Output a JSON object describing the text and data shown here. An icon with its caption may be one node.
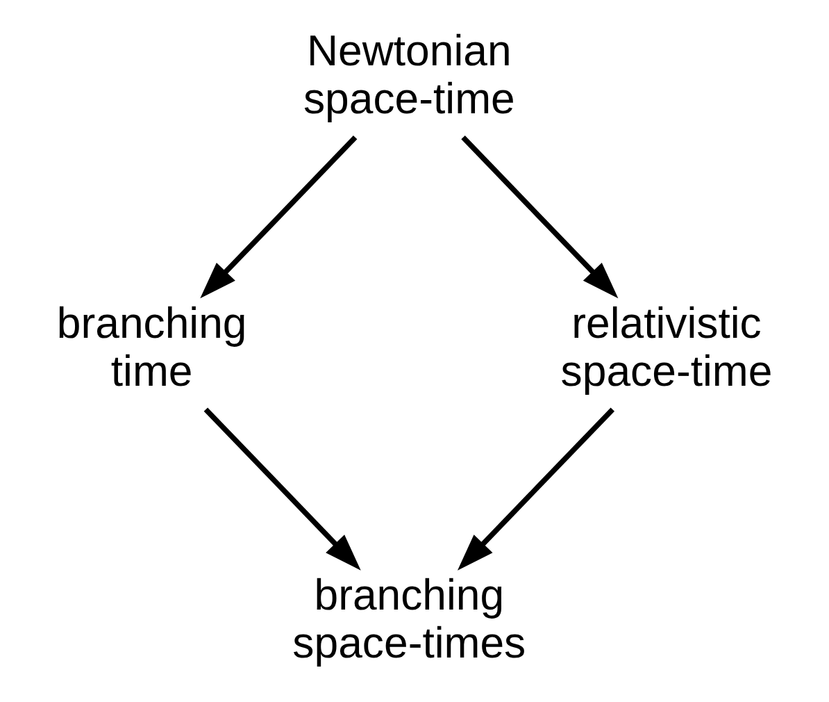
{
  "diagram": {
    "nodes": [
      {
        "text": [
          "Newtonian space-time"
        ]
      },
      {
        "text": [
          "branching time"
        ]
      },
      {
        "text": [
          "relativistic space-time"
        ]
      },
      {
        "text": [
          "branching space-times"
        ]
      }
    ],
    "edges": [
      {
        "from": 0,
        "to": 1,
        "arrow": "to"
      },
      {
        "from": 0,
        "to": 2,
        "arrow": "to"
      },
      {
        "from": 1,
        "to": 3,
        "arrow": "to"
      },
      {
        "from": 2,
        "to": 3,
        "arrow": "to"
      }
    ]
  }
}
